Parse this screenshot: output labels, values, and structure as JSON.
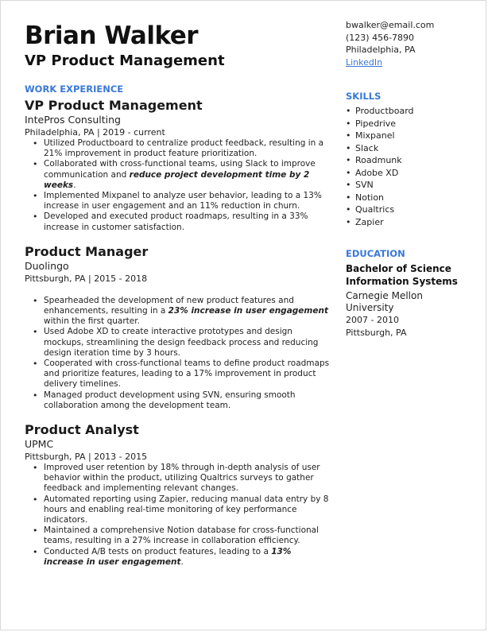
{
  "header": {
    "name": "Brian Walker",
    "title": "VP Product Management"
  },
  "contact": {
    "email": "bwalker@email.com",
    "phone": "(123) 456-7890",
    "location": "Philadelphia, PA",
    "linkedin": "LinkedIn"
  },
  "work": {
    "heading": "WORK EXPERIENCE",
    "jobs": [
      {
        "title": "VP Product Management",
        "company": "IntePros Consulting",
        "meta": "Philadelphia, PA  |  2019 - current",
        "bullets": [
          {
            "pre": "Utilized Productboard to centralize product feedback, resulting in a 21% improvement in product feature prioritization.",
            "em": "",
            "post": ""
          },
          {
            "pre": "Collaborated with cross-functional teams, using Slack to improve communication and ",
            "em": "reduce project development time by 2 weeks",
            "post": "."
          },
          {
            "pre": "Implemented Mixpanel to analyze user behavior, leading to a 13% increase in user engagement and an 11% reduction in churn.",
            "em": "",
            "post": ""
          },
          {
            "pre": "Developed and executed product roadmaps, resulting in a 33% increase in customer satisfaction.",
            "em": "",
            "post": ""
          }
        ]
      },
      {
        "title": "Product Manager",
        "company": "Duolingo",
        "meta": "Pittsburgh, PA  |  2015 - 2018",
        "bullets": [
          {
            "pre": "Spearheaded the development of new product features and enhancements, resulting in a ",
            "em": "23% increase in user engagement",
            "post": " within the first quarter."
          },
          {
            "pre": "Used Adobe XD to create interactive prototypes and design mockups, streamlining the design feedback process and reducing design iteration time by 3 hours.",
            "em": "",
            "post": ""
          },
          {
            "pre": "Cooperated with cross-functional teams to define product roadmaps and prioritize features, leading to a 17% improvement in product delivery timelines.",
            "em": "",
            "post": ""
          },
          {
            "pre": "Managed product development using SVN, ensuring smooth collaboration among the development team.",
            "em": "",
            "post": ""
          }
        ]
      },
      {
        "title": "Product Analyst",
        "company": "UPMC",
        "meta": "Pittsburgh, PA  |  2013 - 2015",
        "bullets": [
          {
            "pre": "Improved user retention by 18% through in-depth analysis of user behavior within the product, utilizing Qualtrics surveys to gather feedback and implementing relevant changes.",
            "em": "",
            "post": ""
          },
          {
            "pre": "Automated reporting using Zapier, reducing manual data entry by 8 hours and enabling real-time monitoring of key performance indicators.",
            "em": "",
            "post": ""
          },
          {
            "pre": "Maintained a comprehensive Notion database for cross-functional teams, resulting in a 27% increase in collaboration efficiency.",
            "em": "",
            "post": ""
          },
          {
            "pre": "Conducted A/B tests on product features, leading to a ",
            "em": "13% increase in user engagement",
            "post": "."
          }
        ]
      }
    ]
  },
  "skills": {
    "heading": "SKILLS",
    "items": [
      "Productboard",
      "Pipedrive",
      "Mixpanel",
      "Slack",
      "Roadmunk",
      "Adobe XD",
      "SVN",
      "Notion",
      "Qualtrics",
      "Zapier"
    ]
  },
  "education": {
    "heading": "EDUCATION",
    "degree_line1": "Bachelor of Science",
    "degree_line2": "Information Systems",
    "school": "Carnegie Mellon University",
    "years": "2007 - 2010",
    "location": "Pittsburgh, PA"
  },
  "colors": {
    "accent": "#3a78d8",
    "text": "#1a1a1a"
  }
}
